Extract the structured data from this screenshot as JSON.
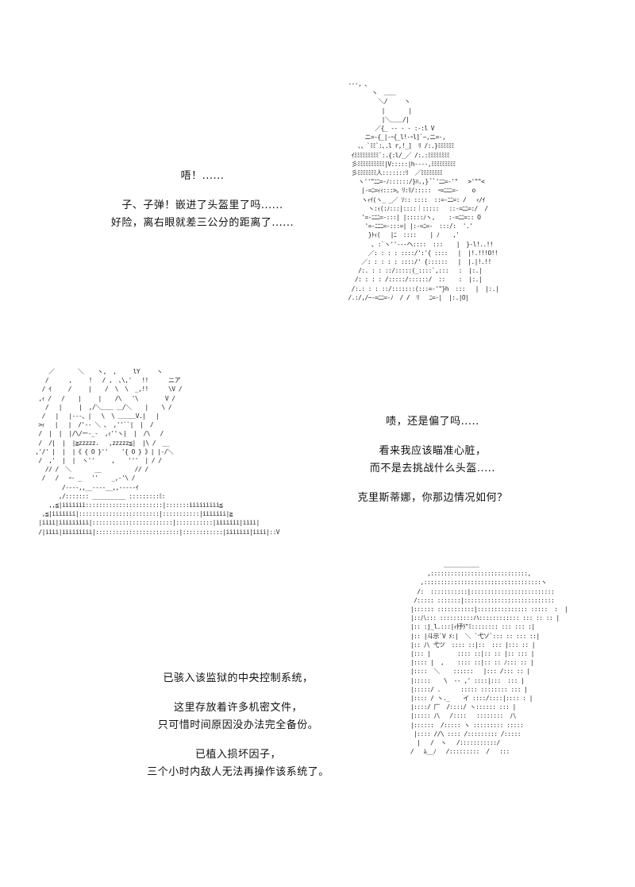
{
  "panels": [
    {
      "text": [
        "唔！......",
        "",
        "子、子弹！嵌进了头盔里了吗......",
        "好险，离右眼就差三公分的距离了......"
      ]
    },
    {
      "text": [
        "啧，还是偏了吗.....",
        "",
        "看来我应该瞄准心脏，",
        "而不是去挑战什么头盔.....",
        "",
        "克里斯蒂娜，你那边情况如何？"
      ]
    },
    {
      "text": [
        "已骇入该监狱的中央控制系统，",
        "",
        "这里存放着许多机密文件，",
        "只可惜时间原因没办法完全备份。",
        "",
        "已植入损坏因子，",
        "三个小时内敌人无法再操作该系统了。"
      ]
    }
  ],
  "art": {
    "soldier": "  -‐-, ､\n         ヽ  ＿＿\n           ＼/     ヽ\n            |       |\n            |＼＿＿/|\n          ／{_ -‐ ‐ ‐ :-:l V\n       ニ=-{_|-ｰ{_l!-ｰl]`~,ニ=-,\n     ､、`ﾐﾐ`:､.l r,!_]  ﾘ /:.}ﾐﾐﾐﾐﾐﾐ\n   ｲﾐﾐﾐﾐﾐﾐﾐﾐﾐ`:.{:l/_／ /:.:ﾐﾐﾐﾐﾐﾐﾐﾐ\n   彡ﾐﾐﾐﾐﾐﾐﾐﾐﾐﾐ|V:::::|h‐‐‐-,ﾐﾐﾐﾐﾐﾐﾐﾐﾐ\n   彡ﾐﾐﾐﾐﾐﾐﾐ人:::::::ﾘ  ／ﾐﾐﾐﾐﾐﾐﾐﾐ\n     ヽ''\"ﾆﾆ=-ﾉ::::::/}ﾊ.,} ﾞﾞ'ﾆﾆ=-'\"   >'\"\"<\n      |-=ﾆ=ｨｨ:::>。ﾘ:ﾘ/:::::  ｰ=ﾆﾆﾆ=-    o\n      ヽｨｲ(ヽ_ _／ ｿ:: ::::  ::=-ﾆﾆ=: /   ｨ/ｲ\n        ヽ:ｨ(:ﾉ:::|::::｜:::::   ::-=ﾆﾆ=:/  /\n      '=-ﾆﾆﾆ=-:::| |:::::ﾉヽ,    :-=ﾆﾆ=:: O\n       '=-ﾆﾆﾆ=-:::=| |:-=ﾆ=-  :::/:  '.'\n        }ﾄｨ(   |ﾆ  ::::    | ﾉ    ,'\n         ､ :`ヽ''‐--ヘ::::  :::    |  }-l!..!!\n        ／: : : : ::::/':'{ ::::   |  |!.!!!O!!\n      ／: : : : : ::::/' {::::::   |  |.|!.!!\n     /:. : : ::/:::::(_::::`,:::   :  |:.|\n    /: : : : /:::::/::::::/  ::    :  |:.|\n   /:.: : : ::/:::::::(:::=-'\"}h  :::   |  |:.|\n  /.:/,/~-=ﾆﾆ=-ﾉ  / /  ﾘ   ﾆ=-|  |:.|O|",
    "girl": "     ／       ＼    ヽ,  ,     lY     ヽ\n    /      ,     !   / ,  ､\\,'   !!      ニア\n   / ｲ     /     |    /  \\  \\  _,!!      \\V /\n  ,ｨ /   /    |     |    /\\   '\\        V /\n    /   |     |  ,/＼＿＿ ＿/＼    |    \\ /\n   /   |   |‐-‐、|   \\  \\ ＿＿＿V.|   |\n  >ｨ   |   |  /'‐‐ ＼ 、 ,''``|  |  /\n  /  |  |  |/\\/ー-_-  ,ｨ''ヽ|  |  /\\   /\n  /  /|  |  |≧zzzzz.   ,zzzzz≦|  |\\ /  __\n ,'/' |  |  |《 { O }''    '{ O } 》| |‐/＼\n  /  ,'  |  |  ヽ''     ,    '''  | / /\n    // /  ＼       __          // /\n   /   /   ｰ- _   ''    _,-'\\ /\n         /‐‐‐-,,__-‐‐-__,,‐‐‐--ｲ\n        ,/::::::: __________ :::::::::ﾐ:\n     ,,≦|iiiiiii:::::::::::::::::::::::|:::::::iiiiiiiii≦\n   ,≦|iiiiiii|::::::::::::::::::::::::|:::::::::::|iiiiiii|≧\n  |iiii|iiiiiiiii|::::::::::::::::::::::::|:::::::::::|iiiiiii|iiii|\n  /|iiii|iiiiiiiii|:::::::::::::::::::::::::|::::::::::::|iiiiiii|iiii|::V",
    "christina": "              ＿＿＿＿＿＿\n         ,:::::::::::::::::::::::::::::,\n       ,:::::::::::::::::::::::::::::::::::ヽ\n      /:  :::::::::::|:::::::::::::::::::::::::\n     /::::: :::::::|:::::::::::::::::::::::::::\n    |:::::: :::::::::::|::::::::::::::: :::::  :  |\n    |::八::: ::::::::::ハ:::::::::::: ::: :: :: |\n    |:: :j_l.:::|ｨ抒ﾗ\"ﾐ:::::::: ::: ::: :|\n    |:: |斗示`V ﾒ:|  ＼ `弋ソ`::: :: ::: ::|\n    |:: 八 弋ツ  :::: ::|::  ::: |::: :: |\n    |::: |        :::: ::|:: :: |:: ::: |\n    |:::: |  ,    :::: ::|:: :: ﾉ::: :: |\n    |::::  ＼    ::::::   |::: /::: :: |\n    |:::::    \\  -‐ ,' ::::|:::  ::: |\n    |:::::/ .      ::::: :::::::: ::: |\n    |:::: / ヽ._    イ ::::/::::|:::: : |\n    |::::/ 厂  /::::/ ヽ:::::: ::: |\n    |::::: 八   /::::   ::::::::  八\n    |::::::  /::::: ヽ ::::::::: :::::\n     |:::: //\\ :::: /::::::::: /:::::\n      |   /  ヽ   /:::::::::::/\n    /   ﾑ__ﾉ   /:::::::::  /   :::"
  }
}
